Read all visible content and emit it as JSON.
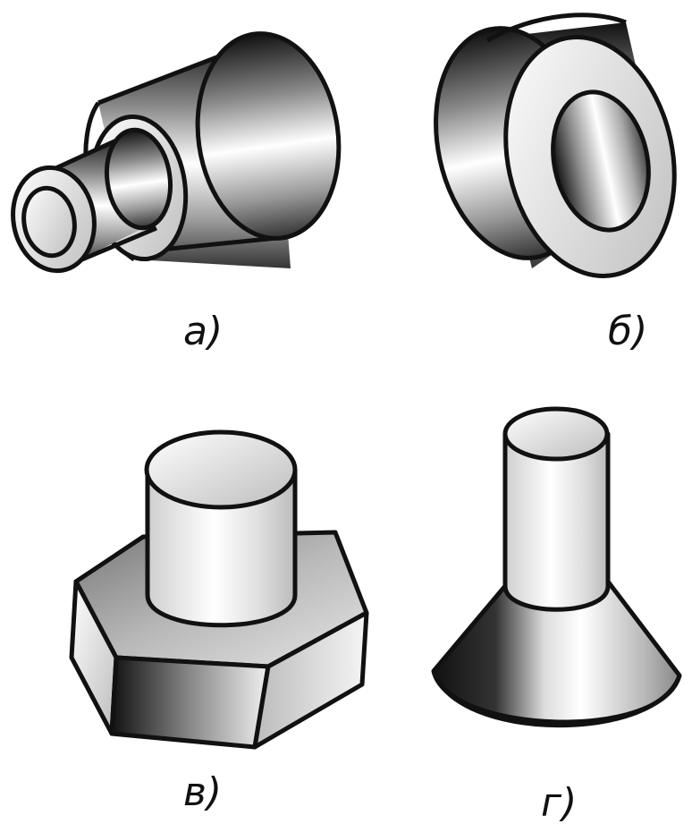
{
  "figures": [
    {
      "id": "a",
      "label": "а)",
      "part": "stepped-shaft"
    },
    {
      "id": "b",
      "label": "б)",
      "part": "bushing-ring"
    },
    {
      "id": "v",
      "label": "в)",
      "part": "hex-nut-with-cylinder"
    },
    {
      "id": "g",
      "label": "г)",
      "part": "cone-with-cylinder"
    }
  ],
  "colors": {
    "outline": "#111111",
    "light": "#ffffff",
    "dark": "#2a2a2a"
  }
}
